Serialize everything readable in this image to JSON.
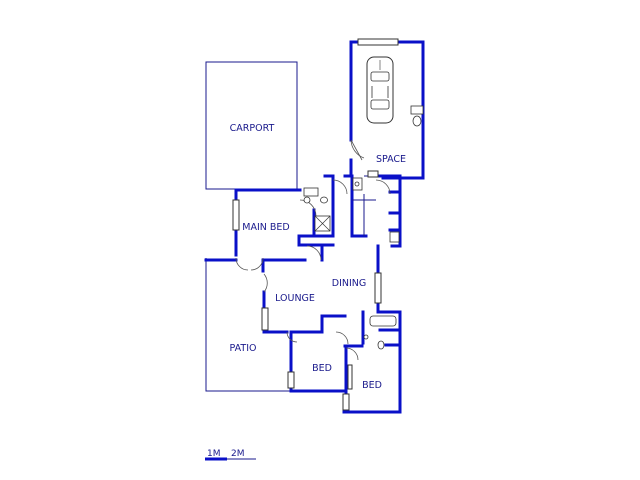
{
  "rooms": {
    "carport": "CARPORT",
    "space": "SPACE",
    "main_bed": "MAIN BED",
    "dining": "DINING",
    "lounge": "LOUNGE",
    "patio": "PATIO",
    "bed1": "BED",
    "bed2": "BED"
  },
  "scale": {
    "label_1": "1M",
    "label_2": "2M"
  },
  "colors": {
    "wall": "#0a10c8",
    "text": "#1a1a8c"
  }
}
